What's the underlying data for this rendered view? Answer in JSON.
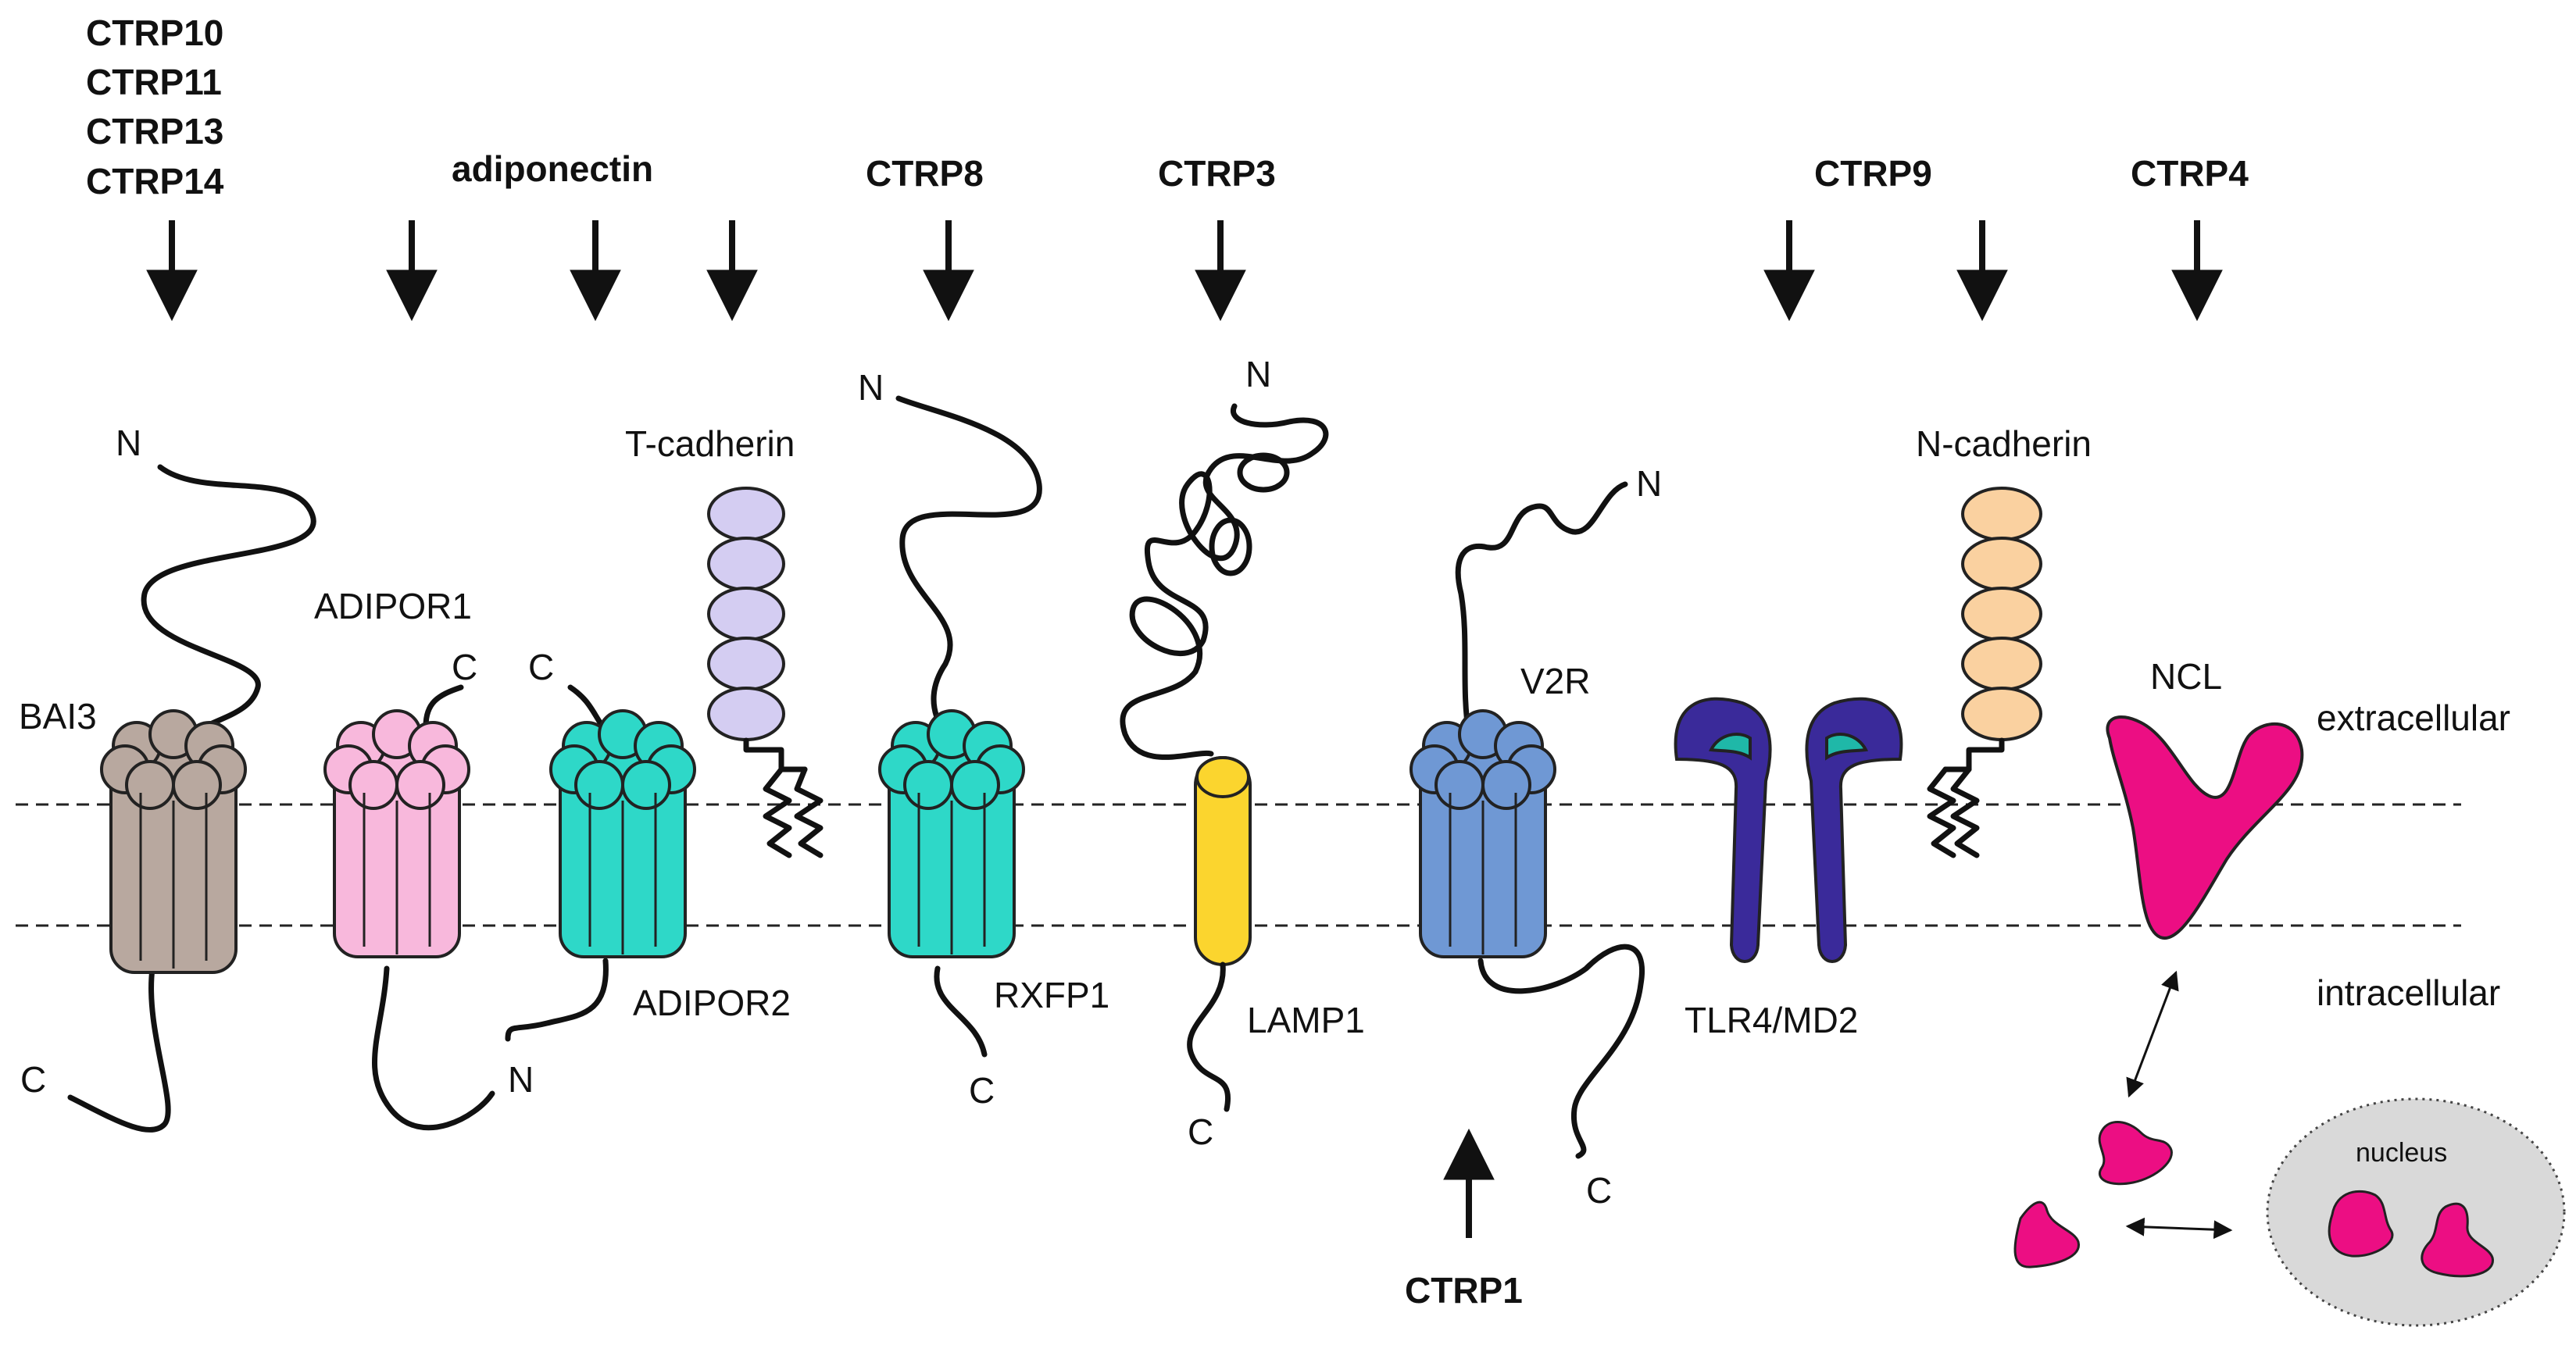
{
  "ligands": {
    "bai3_group": [
      "CTRP10",
      "CTRP11",
      "CTRP13",
      "CTRP14"
    ],
    "adiponectin": "adiponectin",
    "ctrp8": "CTRP8",
    "ctrp3": "CTRP3",
    "ctrp9": "CTRP9",
    "ctrp4": "CTRP4",
    "ctrp1": "CTRP1"
  },
  "receptors": {
    "bai3": "BAI3",
    "adipor1": "ADIPOR1",
    "adipor2": "ADIPOR2",
    "t_cadherin": "T-cadherin",
    "rxfp1": "RXFP1",
    "lamp1": "LAMP1",
    "v2r": "V2R",
    "tlr4_md2": "TLR4/MD2",
    "n_cadherin": "N-cadherin",
    "ncl": "NCL"
  },
  "compartments": {
    "extracellular": "extracellular",
    "intracellular": "intracellular",
    "nucleus": "nucleus"
  },
  "termini": {
    "n": "N",
    "c": "C"
  },
  "colors": {
    "bai3": "#b8a89f",
    "adipor1": "#f8b8dc",
    "adipor2": "#2ed8c8",
    "t_cadherin": "#d4cdf2",
    "rxfp1": "#2ed8c8",
    "lamp1": "#fbd52e",
    "v2r": "#6f98d4",
    "tlr4_md2": "#3a2a9a",
    "tlr4_md2_inner": "#1fb8a8",
    "n_cadherin": "#fad1a0",
    "ncl": "#ec0e83",
    "nucleus": "#d9d9d9"
  }
}
